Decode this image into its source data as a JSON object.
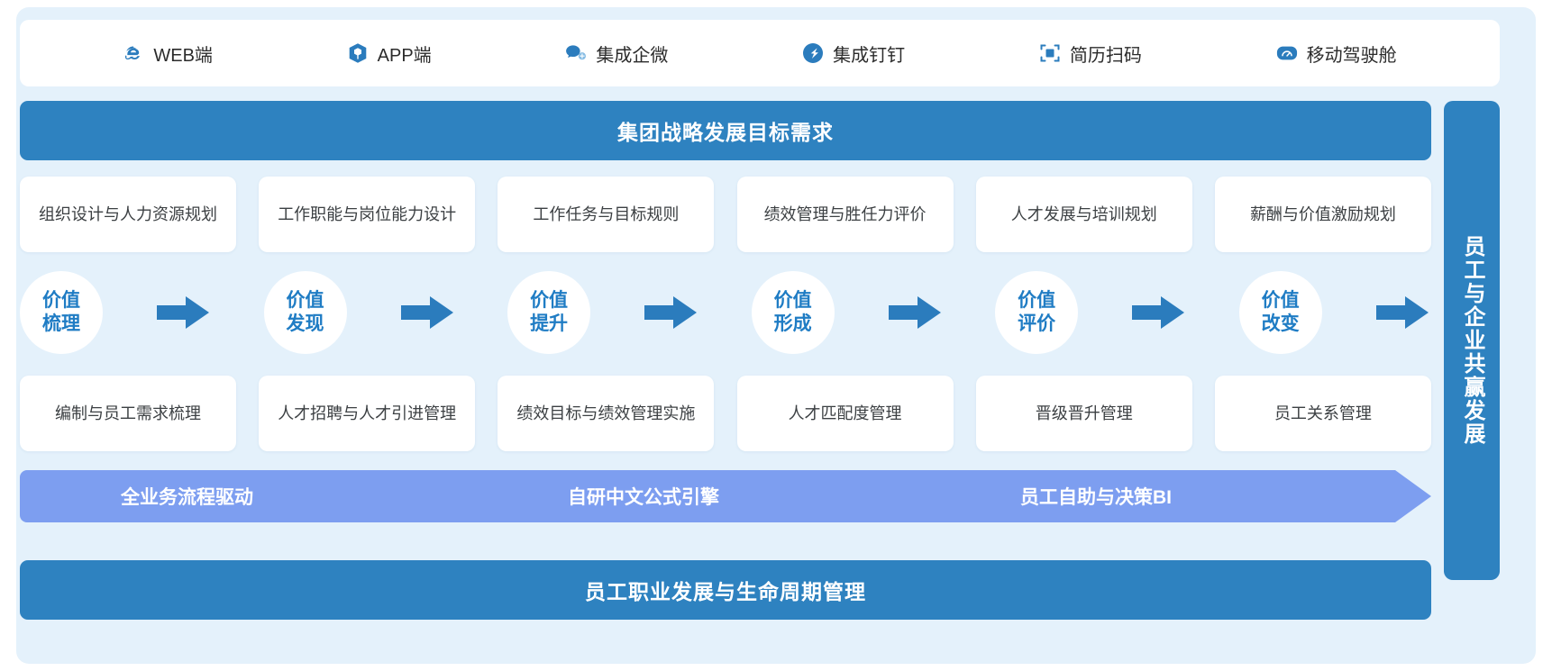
{
  "topbar": {
    "channels": [
      {
        "label": "WEB端",
        "icon": "ie-browser-icon"
      },
      {
        "label": "APP端",
        "icon": "app-cube-icon"
      },
      {
        "label": "集成企微",
        "icon": "wecom-chat-icon"
      },
      {
        "label": "集成钉钉",
        "icon": "dingtalk-icon"
      },
      {
        "label": "简历扫码",
        "icon": "resume-scan-icon"
      },
      {
        "label": "移动驾驶舱",
        "icon": "mobile-dashboard-icon"
      }
    ]
  },
  "header_band": {
    "title": "集团战略发展目标需求"
  },
  "planning_cards": [
    "组织设计与人力资源规划",
    "工作职能与岗位能力设计",
    "工作任务与目标规则",
    "绩效管理与胜任力评价",
    "人才发展与培训规划",
    "薪酬与价值激励规划"
  ],
  "value_chain": [
    {
      "line1": "价值",
      "line2": "梳理"
    },
    {
      "line1": "价值",
      "line2": "发现"
    },
    {
      "line1": "价值",
      "line2": "提升"
    },
    {
      "line1": "价值",
      "line2": "形成"
    },
    {
      "line1": "价值",
      "line2": "评价"
    },
    {
      "line1": "价值",
      "line2": "改变"
    }
  ],
  "execution_cards": [
    "编制与员工需求梳理",
    "人才招聘与人才引进管理",
    "绩效目标与绩效管理实施",
    "人才匹配度管理",
    "晋级晋升管理",
    "员工关系管理"
  ],
  "driver_banner": {
    "items": [
      "全业务流程驱动",
      "自研中文公式引擎",
      "员工自助与决策BI"
    ]
  },
  "footer_band": {
    "title": "员工职业发展与生命周期管理"
  },
  "side_panel": {
    "title": "员工与企业共赢发展"
  },
  "colors": {
    "canvas_bg": "#e4f1fb",
    "band_blue": "#2e82c0",
    "driver_blue": "#7d9ef0",
    "node_text": "#1f7cc4",
    "arrow_blue": "#2b7cbd",
    "card_text": "#3c4043"
  }
}
